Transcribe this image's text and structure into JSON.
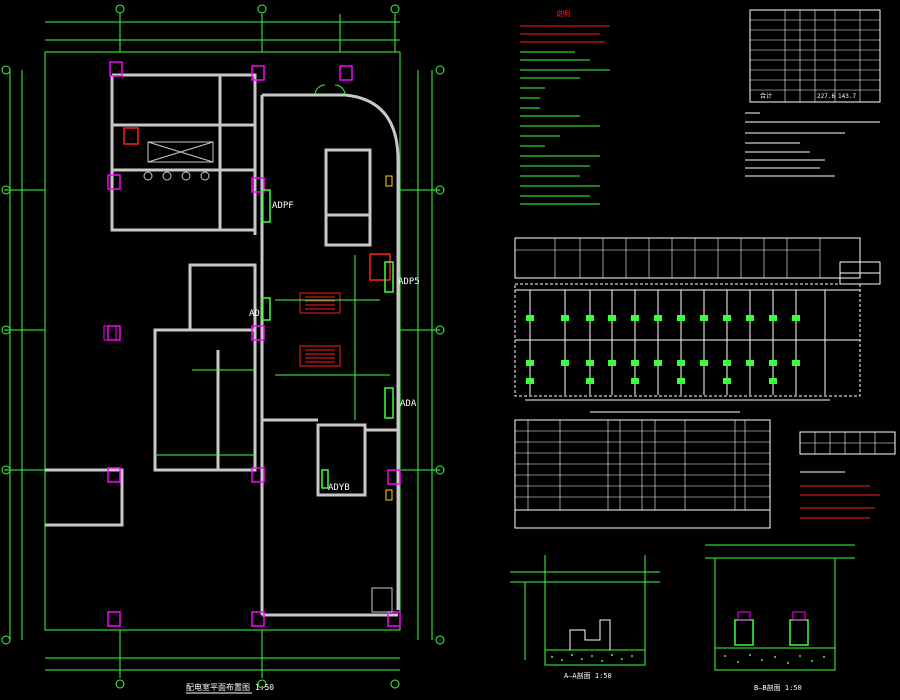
{
  "drawing": {
    "plan_title": "配电室平面布置图 1:50",
    "section_a_title": "A—A剖面 1:50",
    "section_b_title": "B—B剖面 1:50",
    "notes_title": "说明",
    "panel_labels": [
      "ADPF",
      "ADP5",
      "AD",
      "ADA",
      "ADYB"
    ],
    "table_total_label": "合计",
    "table_total_values": [
      "227.6",
      "143.7"
    ]
  },
  "colors": {
    "background": "#000000",
    "wall": "#c8c8c8",
    "line": "#3cff3c",
    "accent_red": "#ff2020",
    "accent_magenta": "#ff00ff",
    "accent_yellow": "#ffd700",
    "text": "#ffffff"
  }
}
